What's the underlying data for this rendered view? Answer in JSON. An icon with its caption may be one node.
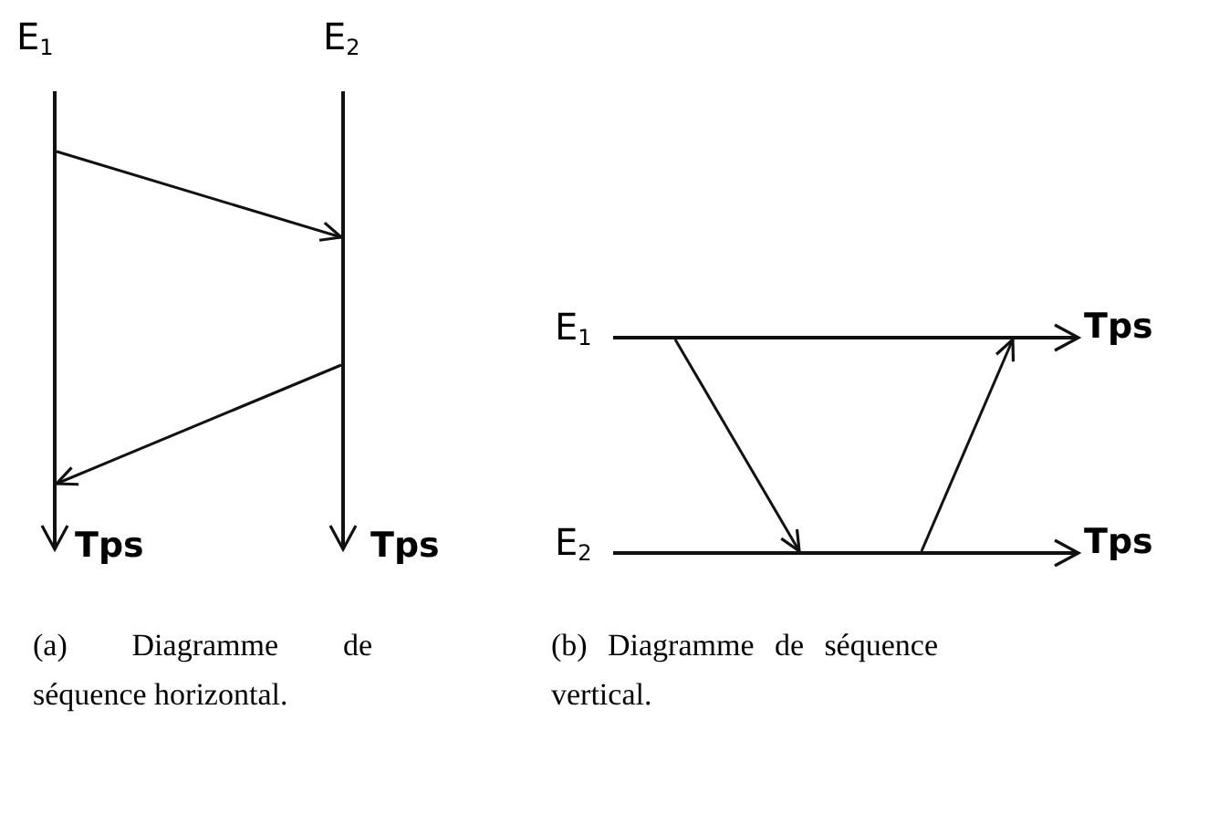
{
  "diagram": {
    "nodes": [
      {
        "text": [
          "E$_{1}$"
        ],
        "beside": [
          "Tps"
        ]
      },
      {
        "text": [
          "E$_{2}$"
        ],
        "beside": [
          "Tps"
        ]
      },
      {
        "text": [
          "E$_{1}$"
        ],
        "beside": [
          "Tps"
        ]
      },
      {
        "text": [
          "E$_{2}$"
        ],
        "beside": [
          "Tps"
        ]
      }
    ],
    "edges": [
      {
        "from": 0,
        "to": 1,
        "arrow": "to"
      },
      {
        "from": 1,
        "to": 0,
        "arrow": "to"
      },
      {
        "from": 2,
        "to": 3,
        "arrow": "to"
      },
      {
        "from": 3,
        "to": 2,
        "arrow": "to"
      }
    ],
    "labels": [
      "(a) Diagramme de séquence horizontal.",
      "(b) Diagramme de séquence vertical."
    ]
  }
}
